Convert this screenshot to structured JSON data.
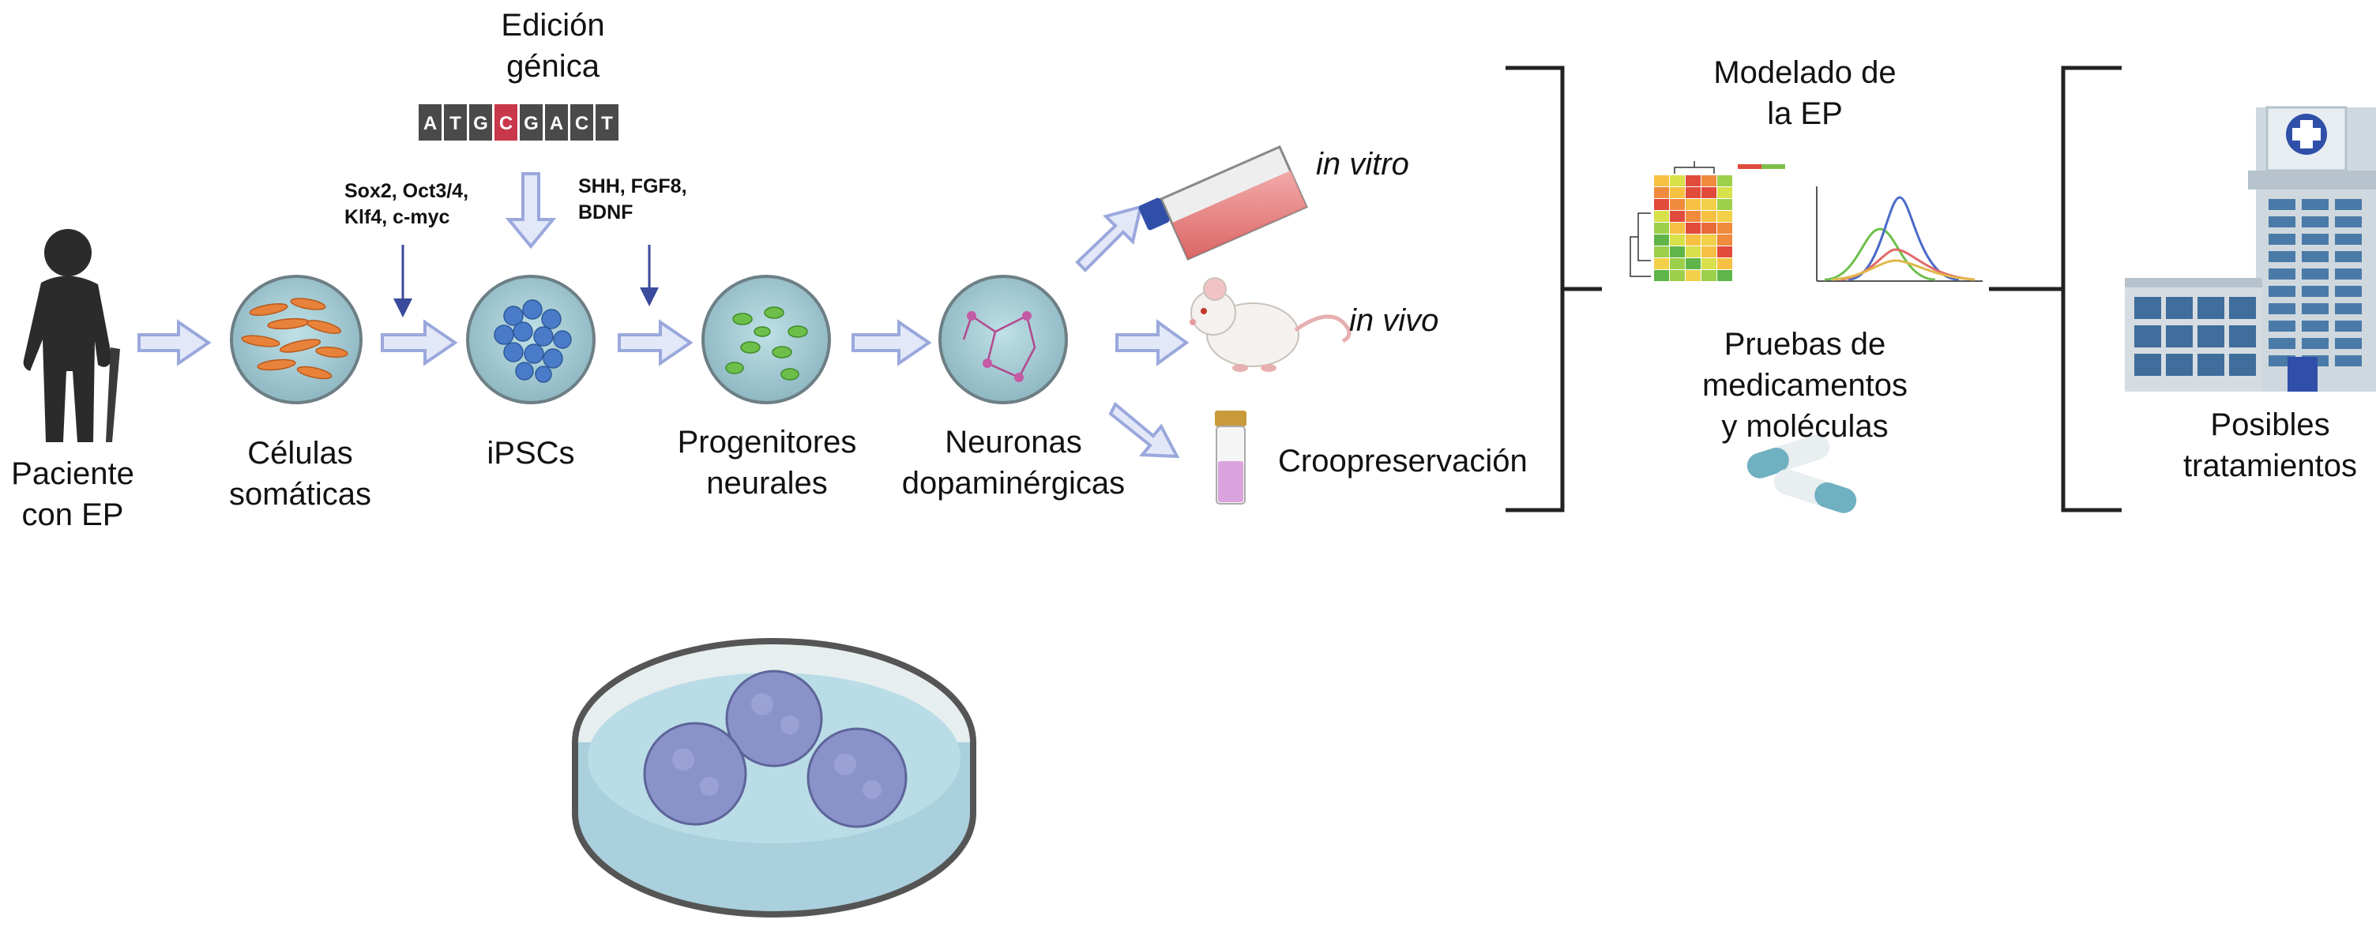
{
  "gene_editing": {
    "label_line1": "Edición",
    "label_line2": "génica",
    "sequence": [
      "A",
      "T",
      "G",
      "C",
      "G",
      "A",
      "C",
      "T"
    ],
    "highlight_index": 3
  },
  "factors": {
    "reprogramming_line1": "Sox2, Oct3/4,",
    "reprogramming_line2": "Klf4, c-myc",
    "differentiation_line1": "SHH, FGF8,",
    "differentiation_line2": "BDNF"
  },
  "steps": {
    "patient_line1": "Paciente",
    "patient_line2": "con EP",
    "somatic_line1": "Células",
    "somatic_line2": "somáticas",
    "ipscs": "iPSCs",
    "progenitors_line1": "Progenitores",
    "progenitors_line2": "neurales",
    "neurons_line1": "Neuronas",
    "neurons_line2": "dopaminérgicas"
  },
  "outcomes": {
    "in_vitro": "in vitro",
    "in_vivo": "in vivo",
    "cryo": "Croopreservación"
  },
  "applications": {
    "modeling_line1": "Modelado de",
    "modeling_line2": "la EP",
    "testing_line1": "Pruebas de",
    "testing_line2": "medicamentos",
    "testing_line3": "y moléculas",
    "treatments_line1": "Posibles",
    "treatments_line2": "tratamientos"
  },
  "colors": {
    "arrow_fill": "#e3e8f8",
    "arrow_stroke": "#9aa8dc",
    "factor_arrow": "#3a4a9c",
    "dish_fill": "#a9cdd6",
    "dish_rim": "#6d7f85",
    "highlight_base": "#c9374a",
    "base_dark": "#4a4a4a"
  }
}
